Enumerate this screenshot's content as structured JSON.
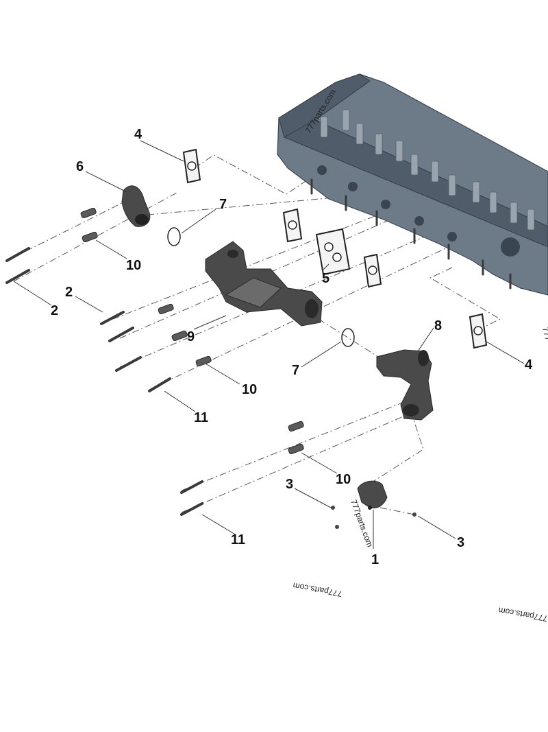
{
  "callouts": {
    "c4a": "4",
    "c6": "6",
    "c7a": "7",
    "c10a": "10",
    "c2a": "2",
    "c2b": "2",
    "c5": "5",
    "c9": "9",
    "c7b": "7",
    "c10b": "10",
    "c11a": "11",
    "c8": "8",
    "c4b": "4",
    "c10c": "10",
    "c3a": "3",
    "c3b": "3",
    "c1": "1",
    "c11b": "11"
  },
  "watermarks": {
    "w1": "777parts.com",
    "w2": "777parts.com",
    "w3": "777parts.com",
    "w4": "777parts.com",
    "w5": "777"
  },
  "icons": {
    "cylinder-head": "cylinder-head-icon",
    "manifold": "exhaust-manifold-icon",
    "gasket": "gasket-icon",
    "bolt": "bolt-icon",
    "sleeve": "spacer-sleeve-icon",
    "seal-ring": "o-ring-icon"
  },
  "colors": {
    "head": "#6d7a88",
    "manifold": "#4a4a4a",
    "background": "#ffffff"
  }
}
